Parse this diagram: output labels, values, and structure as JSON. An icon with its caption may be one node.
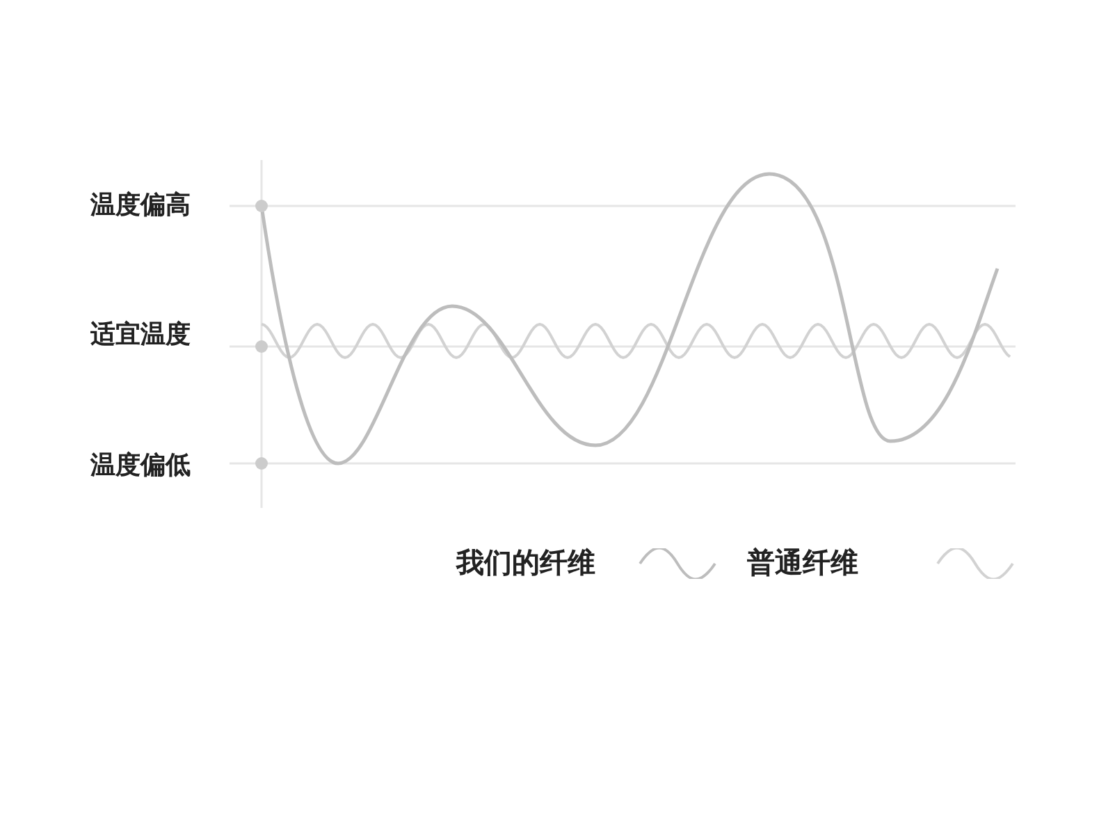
{
  "diagram": {
    "labels": [
      "温度偏高",
      "适宜温度",
      "温度偏低"
    ],
    "legend": [
      {
        "text": "我们的纤维"
      },
      {
        "text": "普通纤维"
      }
    ]
  }
}
